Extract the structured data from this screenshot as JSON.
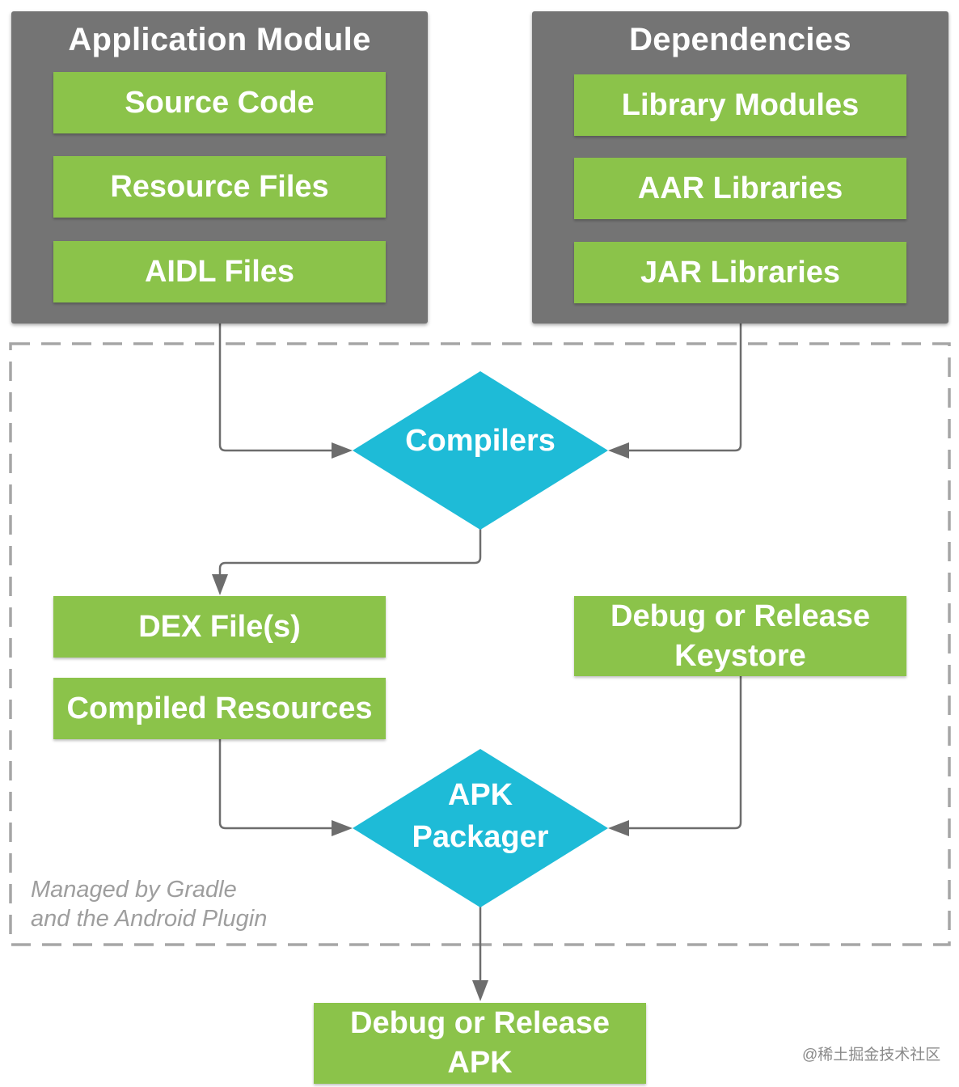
{
  "application_module": {
    "title": "Application Module",
    "items": [
      "Source Code",
      "Resource Files",
      "AIDL Files"
    ]
  },
  "dependencies": {
    "title": "Dependencies",
    "items": [
      "Library Modules",
      "AAR Libraries",
      "JAR Libraries"
    ]
  },
  "compilers": {
    "label": "Compilers"
  },
  "dex_files": {
    "label": "DEX File(s)"
  },
  "compiled_resources": {
    "label": "Compiled Resources"
  },
  "keystore": {
    "line1": "Debug or Release",
    "line2": "Keystore"
  },
  "apk_packager": {
    "line1": "APK",
    "line2": "Packager"
  },
  "output_apk": {
    "line1": "Debug or Release",
    "line2": "APK"
  },
  "managed_note": {
    "line1": "Managed by Gradle",
    "line2": "and the Android Plugin"
  },
  "watermark": "@稀土掘金技术社区",
  "colors": {
    "panel": "#747474",
    "green_box": "#8bc34a",
    "diamond": "#1ebbd7",
    "connector": "#6d6d6d",
    "dashed_border": "#a6a6a6"
  }
}
